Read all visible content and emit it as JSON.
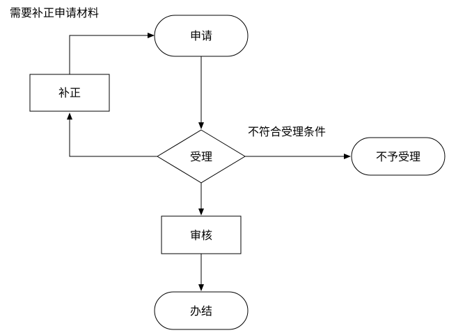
{
  "nodes": {
    "apply": "申请",
    "supplement": "补正",
    "accept": "受理",
    "review": "审核",
    "complete": "办结",
    "reject": "不予受理"
  },
  "edge_labels": {
    "needs_supplement": "需要补正申请材料",
    "not_eligible": "不符合受理条件"
  }
}
